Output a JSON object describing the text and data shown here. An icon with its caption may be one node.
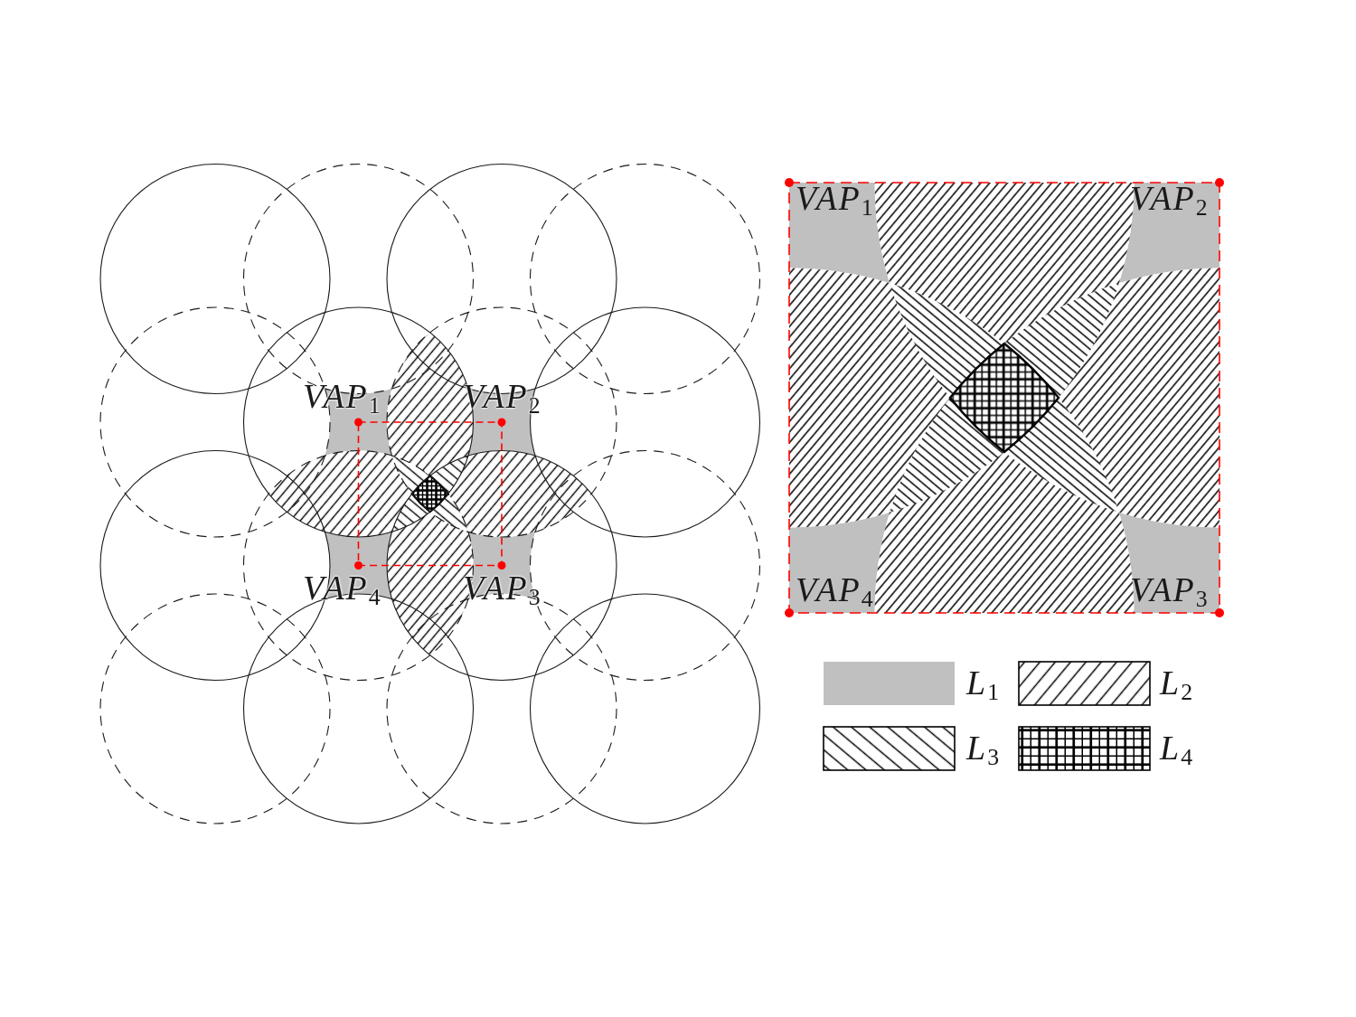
{
  "diagram": {
    "labels": [
      "VAP$_{1}$",
      "VAP$_{2}$",
      "VAP$_{4}$",
      "VAP$_{3}$",
      "VAP$_{1}$",
      "VAP$_{2}$",
      "VAP$_{4}$",
      "VAP$_{3}$"
    ],
    "legend": [
      {
        "text": "L$_{1}$",
        "color": "#c0c0c0"
      },
      {
        "text": "L$_{2}$"
      },
      {
        "text": "L$_{3}$"
      },
      {
        "text": "L$_{4}$"
      }
    ]
  }
}
